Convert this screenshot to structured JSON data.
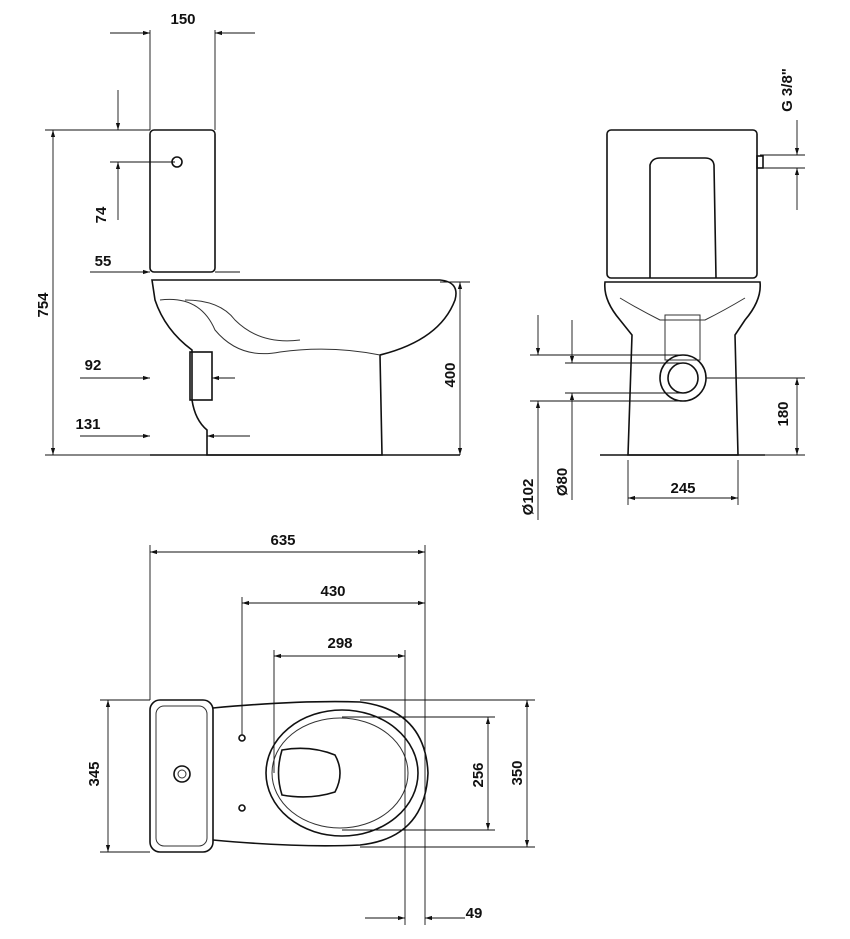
{
  "drawing": {
    "side_view": {
      "tank_width": "150",
      "inlet_height_from_top": "74",
      "tank_offset": "55",
      "total_height": "754",
      "outlet_offset": "92",
      "base_offset": "131",
      "seat_height": "400"
    },
    "front_view": {
      "inlet_thread": "G 3/8\"",
      "outlet_height": "180",
      "base_width": "245",
      "outlet_outer_diameter": "Ø102",
      "outlet_inner_diameter": "Ø80"
    },
    "top_view": {
      "total_length": "635",
      "length_430": "430",
      "bowl_opening_length": "298",
      "tank_length": "345",
      "bowl_opening_width": "256",
      "bowl_width": "350",
      "rear_offset": "49"
    }
  }
}
